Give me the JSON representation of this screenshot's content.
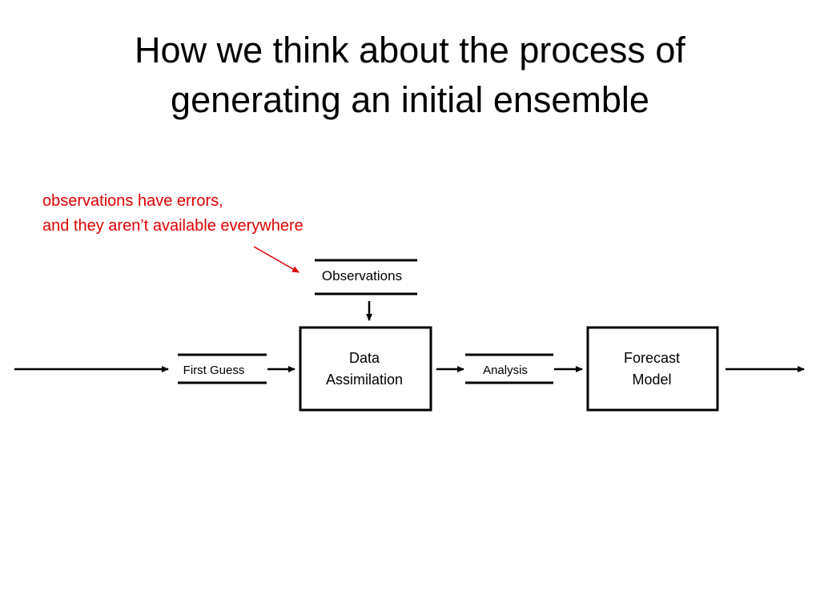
{
  "slide": {
    "title_lines": [
      "How we think about the process of",
      "generating an initial ensemble"
    ],
    "note_lines": [
      "observations have errors,",
      "and they aren’t available everywhere"
    ],
    "note_color": "#e00000"
  },
  "diagram": {
    "observations_label": "Observations",
    "first_guess_label": "First Guess",
    "data_assimilation_lines": [
      "Data",
      "Assimilation"
    ],
    "analysis_label": "Analysis",
    "forecast_model_lines": [
      "Forecast",
      "Model"
    ]
  }
}
